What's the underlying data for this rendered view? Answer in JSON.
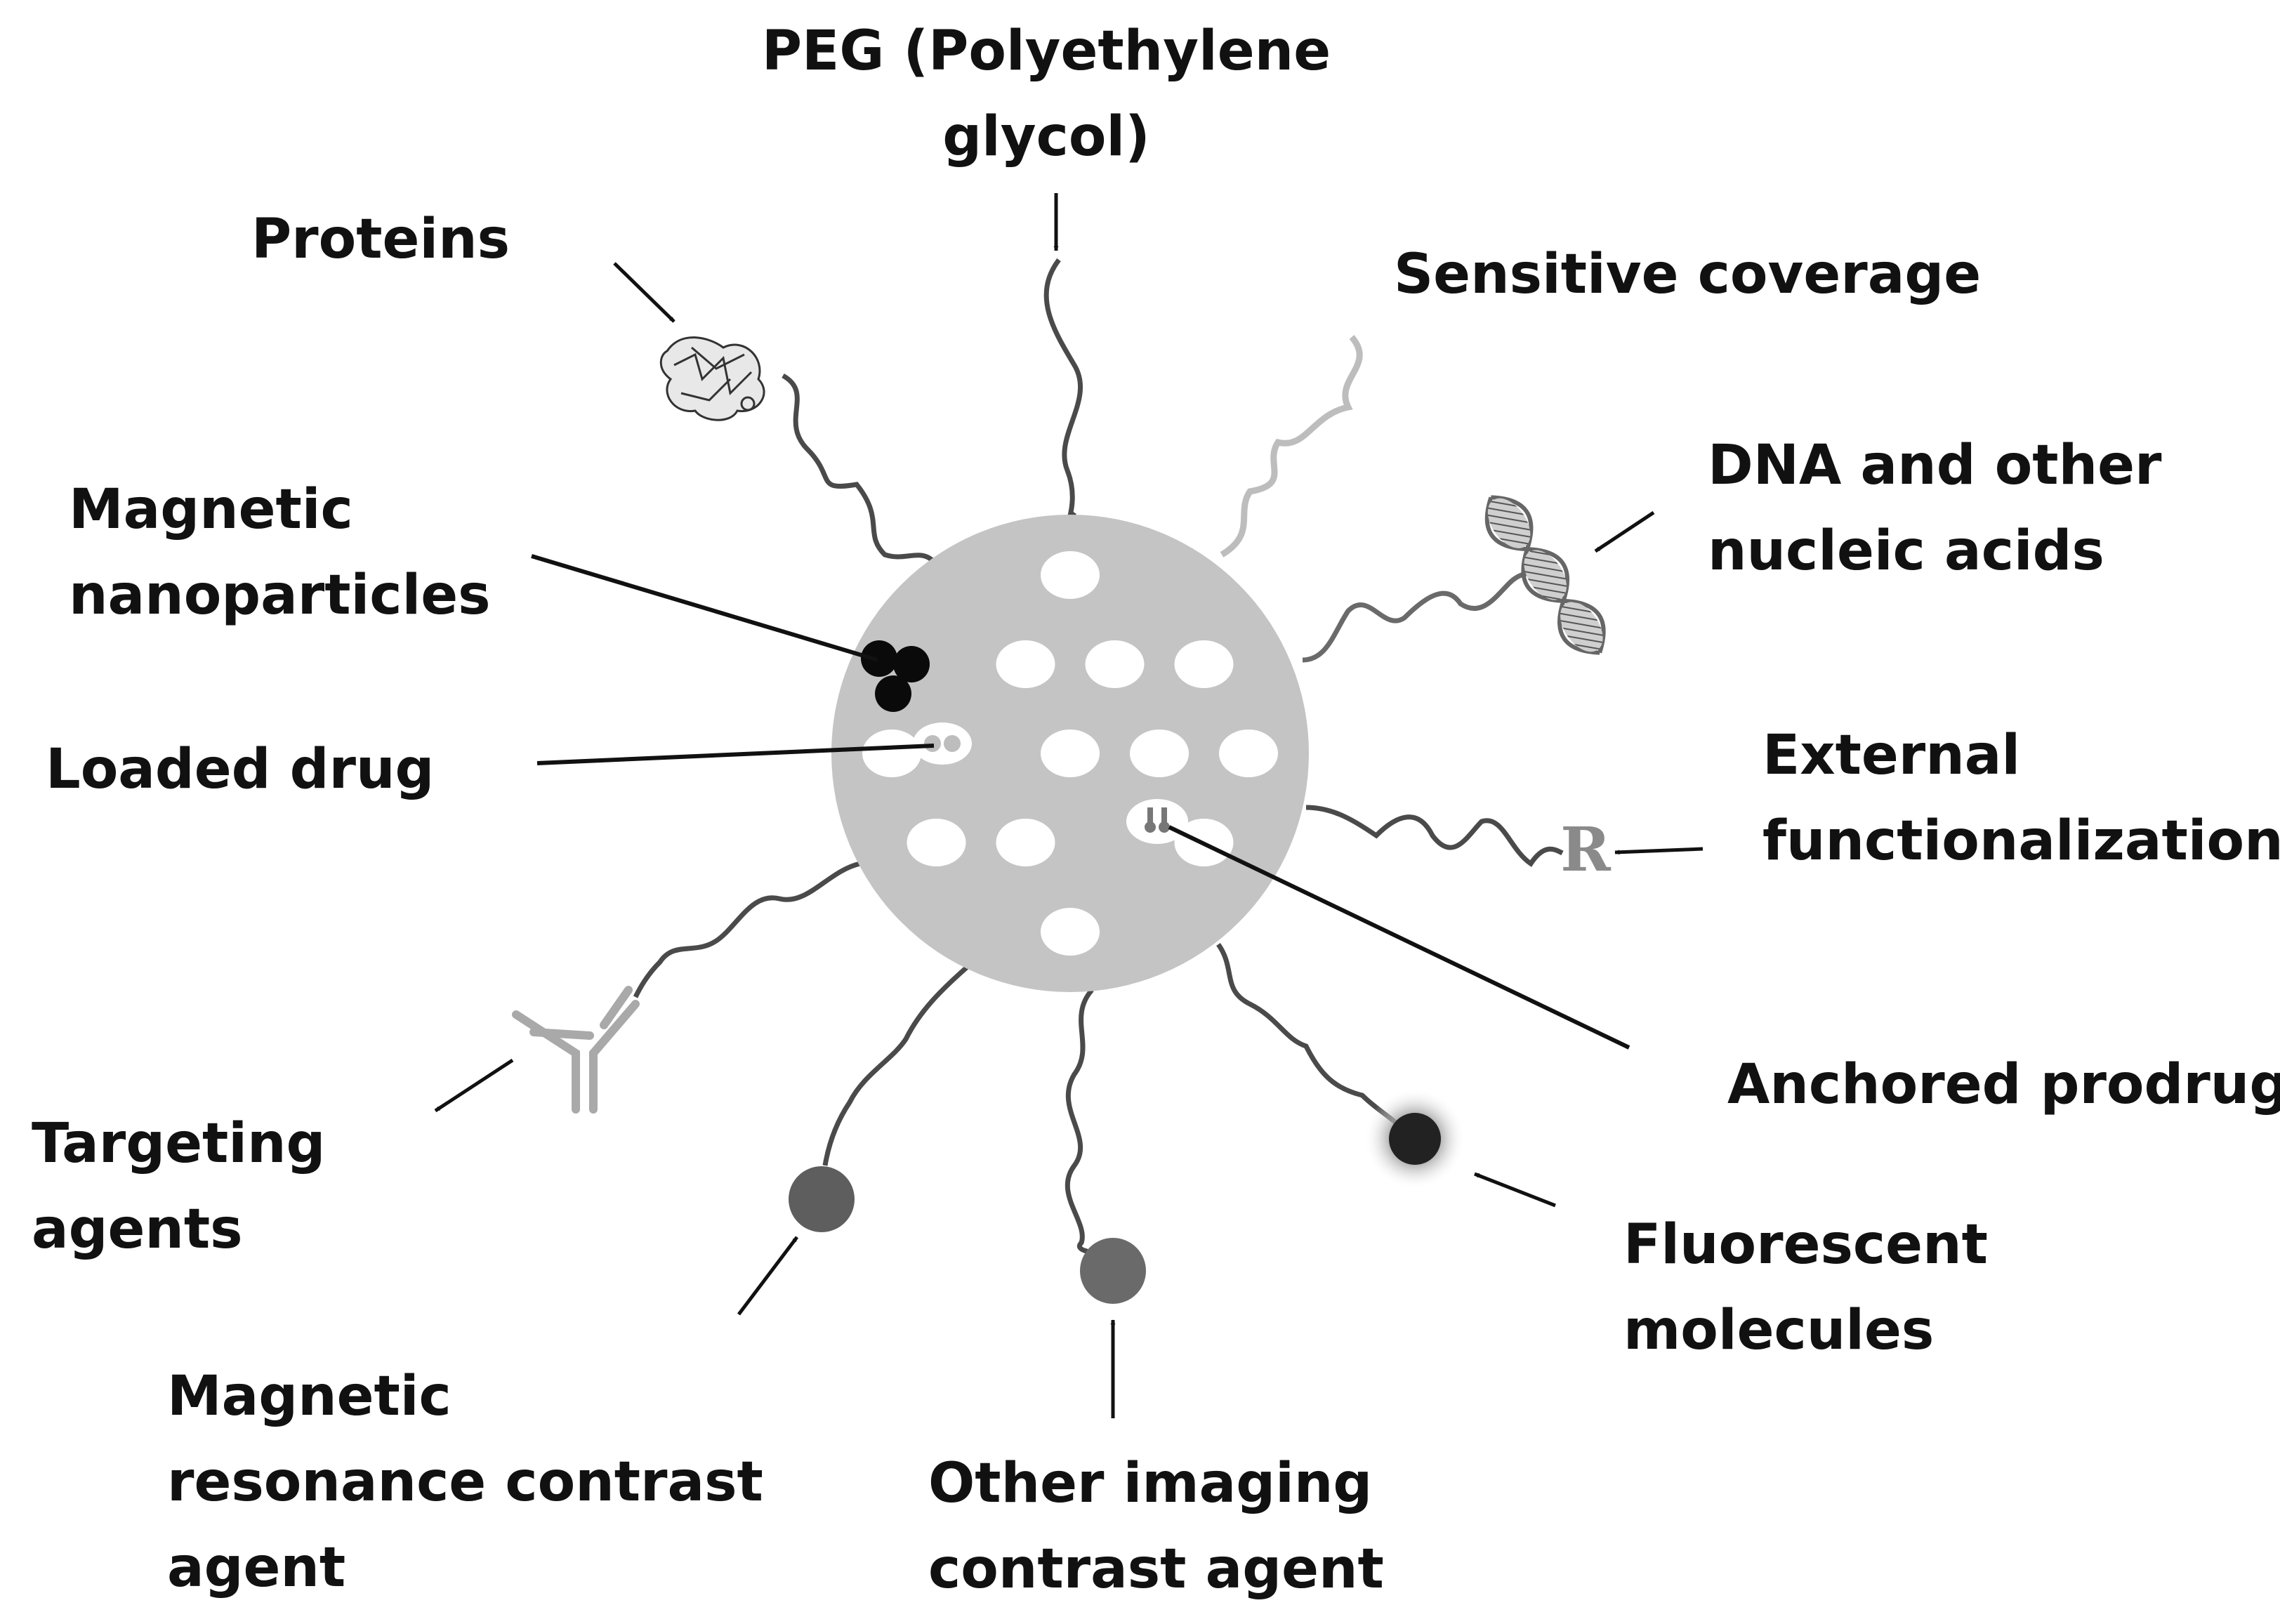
{
  "labels": {
    "peg": [
      "PEG (Polyethylene",
      "glycol)"
    ],
    "proteins": [
      "Proteins"
    ],
    "sensitive": [
      "Sensitive coverage"
    ],
    "dna": [
      "DNA and other",
      "nucleic acids"
    ],
    "magnetic_np": [
      "Magnetic",
      "nanoparticles"
    ],
    "loaded_drug": [
      "Loaded drug"
    ],
    "external": [
      "External",
      "functionalization"
    ],
    "anchored": [
      "Anchored prodrug"
    ],
    "targeting": [
      "Targeting",
      "agents"
    ],
    "fluorescent": [
      "Fluorescent",
      "molecules"
    ],
    "mr_contrast": [
      "Magnetic",
      "resonance contrast",
      "agent"
    ],
    "other_imaging": [
      "Other imaging",
      "contrast agent"
    ]
  },
  "symbols": {
    "functional_group": "R"
  },
  "colors": {
    "particle": "#c4c4c4",
    "pore": "#ffffff",
    "chain": "#4a4a4a",
    "light_chain": "#bdbdbd",
    "arrow": "#111111",
    "magnetic_np": "#0a0a0a",
    "contrast_dot": "#5e5e5e",
    "fluorescent_dot": "#222222",
    "antibody": "#a9a9a9"
  }
}
